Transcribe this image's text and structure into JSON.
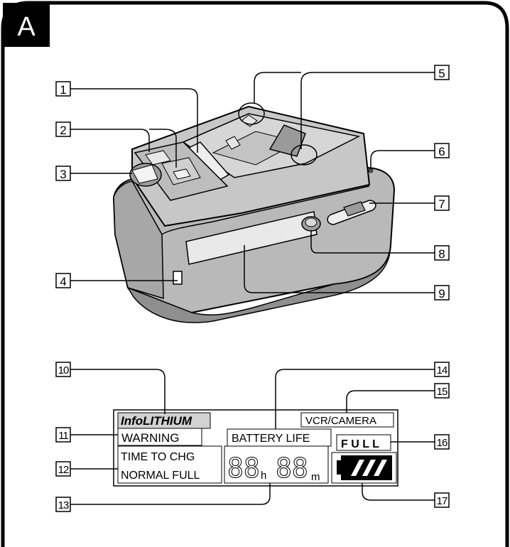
{
  "section_tag": "A",
  "callouts": [
    "1",
    "2",
    "3",
    "4",
    "5",
    "6",
    "7",
    "8",
    "9",
    "10",
    "11",
    "12",
    "13",
    "14",
    "15",
    "16",
    "17"
  ],
  "display": {
    "brand_italic": "InfoLITHIUM",
    "warning": "WARNING",
    "time_to_chg": "TIME TO CHG",
    "normal_full": "NORMAL FULL",
    "battery_life": "BATTERY LIFE",
    "vcr_camera": "VCR/CAMERA",
    "full": "F U L L",
    "digits_hours": "88",
    "unit_h": "h",
    "digits_minutes": "88",
    "unit_m": "m"
  },
  "colors": {
    "ink": "#000000",
    "body_fill": "#b9b9b9",
    "body_dark": "#8f8f8f",
    "body_light": "#d6d6d6",
    "label_fill": "#d2d2d2",
    "lcd_segment": "#aaaaaa"
  }
}
